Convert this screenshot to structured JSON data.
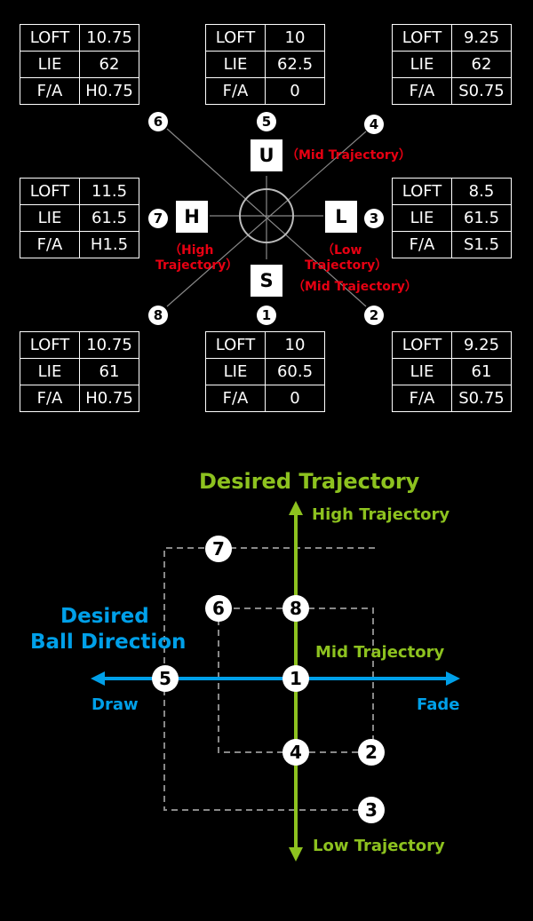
{
  "labels": {
    "loft": "LOFT",
    "lie": "LIE",
    "fa": "F/A"
  },
  "settings": {
    "s6": {
      "loft": "10.75",
      "lie": "62",
      "fa": "H0.75"
    },
    "s5": {
      "loft": "10",
      "lie": "62.5",
      "fa": "0"
    },
    "s4": {
      "loft": "9.25",
      "lie": "62",
      "fa": "S0.75"
    },
    "s7": {
      "loft": "11.5",
      "lie": "61.5",
      "fa": "H1.5"
    },
    "s3": {
      "loft": "8.5",
      "lie": "61.5",
      "fa": "S1.5"
    },
    "s8": {
      "loft": "10.75",
      "lie": "61",
      "fa": "H0.75"
    },
    "s1": {
      "loft": "10",
      "lie": "60.5",
      "fa": "0"
    },
    "s2": {
      "loft": "9.25",
      "lie": "61",
      "fa": "S0.75"
    }
  },
  "positions": {
    "u": "U",
    "h": "H",
    "l": "L",
    "s": "S"
  },
  "numbers": {
    "n1": "1",
    "n2": "2",
    "n3": "3",
    "n4": "4",
    "n5": "5",
    "n6": "6",
    "n7": "7",
    "n8": "8"
  },
  "trajectory_labels": {
    "u": "（Mid Trajectory）",
    "h_line1": "（High",
    "h_line2": "Trajectory）",
    "l_line1": "（Low",
    "l_line2": "Trajectory）",
    "s": "（Mid Trajectory）"
  },
  "chart": {
    "title_y": "Desired Trajectory",
    "title_x_line1": "Desired",
    "title_x_line2": "Ball Direction",
    "high": "High Trajectory",
    "mid": "Mid Trajectory",
    "low": "Low Trajectory",
    "draw": "Draw",
    "fade": "Fade"
  },
  "colors": {
    "green": "#8dc21f",
    "blue": "#00a0e9",
    "red": "#e60012"
  }
}
